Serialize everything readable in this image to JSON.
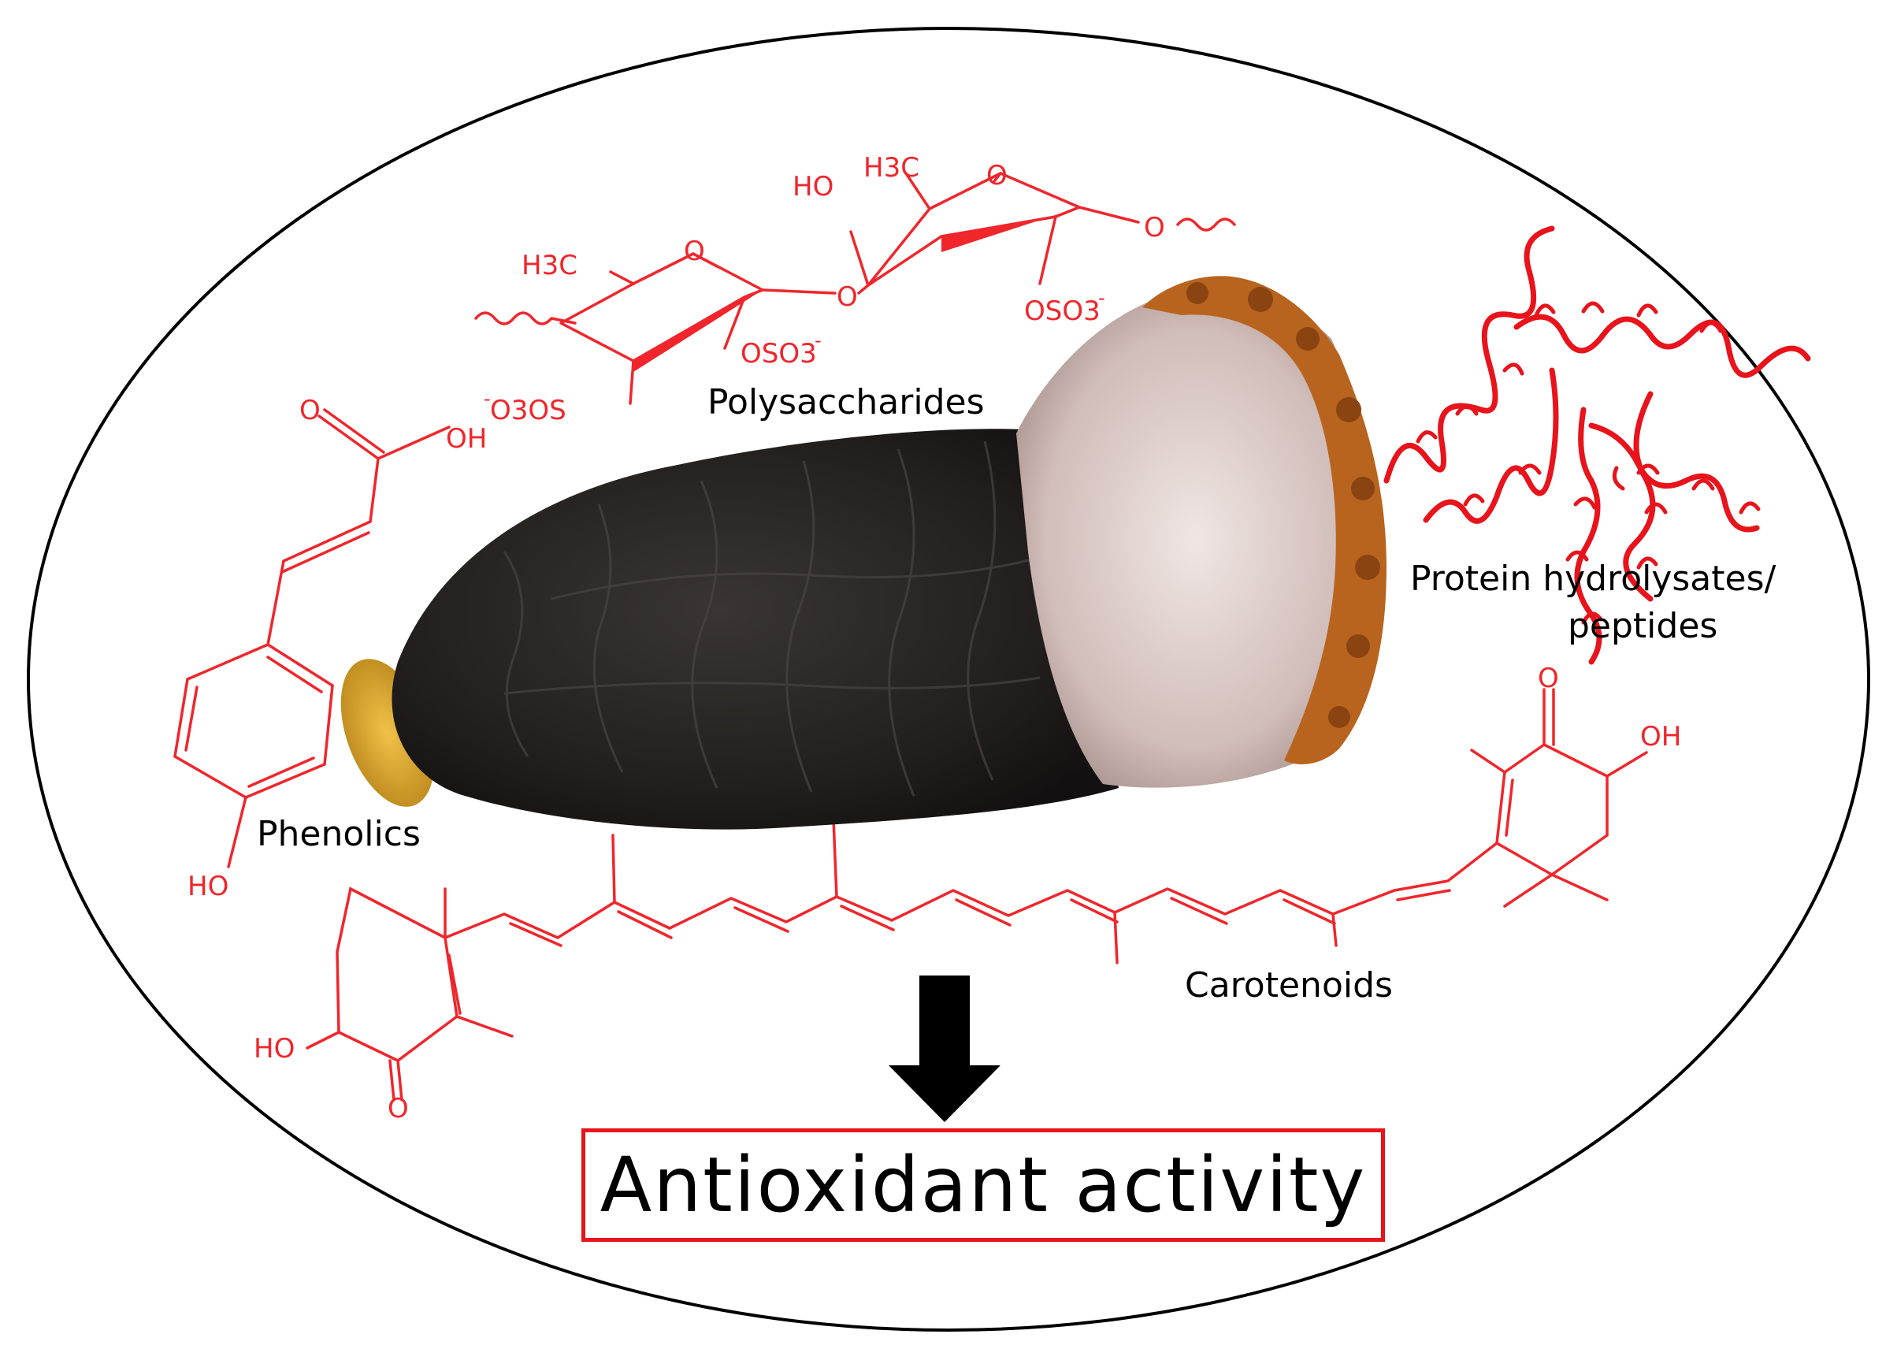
{
  "labels": {
    "polysaccharides": "Polysaccharides",
    "phenolics": "Phenolics",
    "protein_line1": "Protein hydrolysates/",
    "protein_line2": "peptides",
    "carotenoids": "Carotenoids",
    "result": "Antioxidant activity"
  },
  "chem": {
    "ho": "HO",
    "oh": "OH",
    "o": "O",
    "h3c": "H3C",
    "oso3": "OSO3",
    "o3os": "O3OS",
    "minus": "-"
  },
  "colors": {
    "structure": "#f0262c",
    "result_border": "#e8131b",
    "arrow": "#000000",
    "ellipse": "#000000",
    "body_dark": "#23201f",
    "body_light": "#d8c4c0",
    "body_rim": "#b8641e",
    "tip": "#d9a128"
  },
  "icons": {
    "arrow": "arrow-down-icon",
    "creature": "sea-cucumber-image"
  }
}
